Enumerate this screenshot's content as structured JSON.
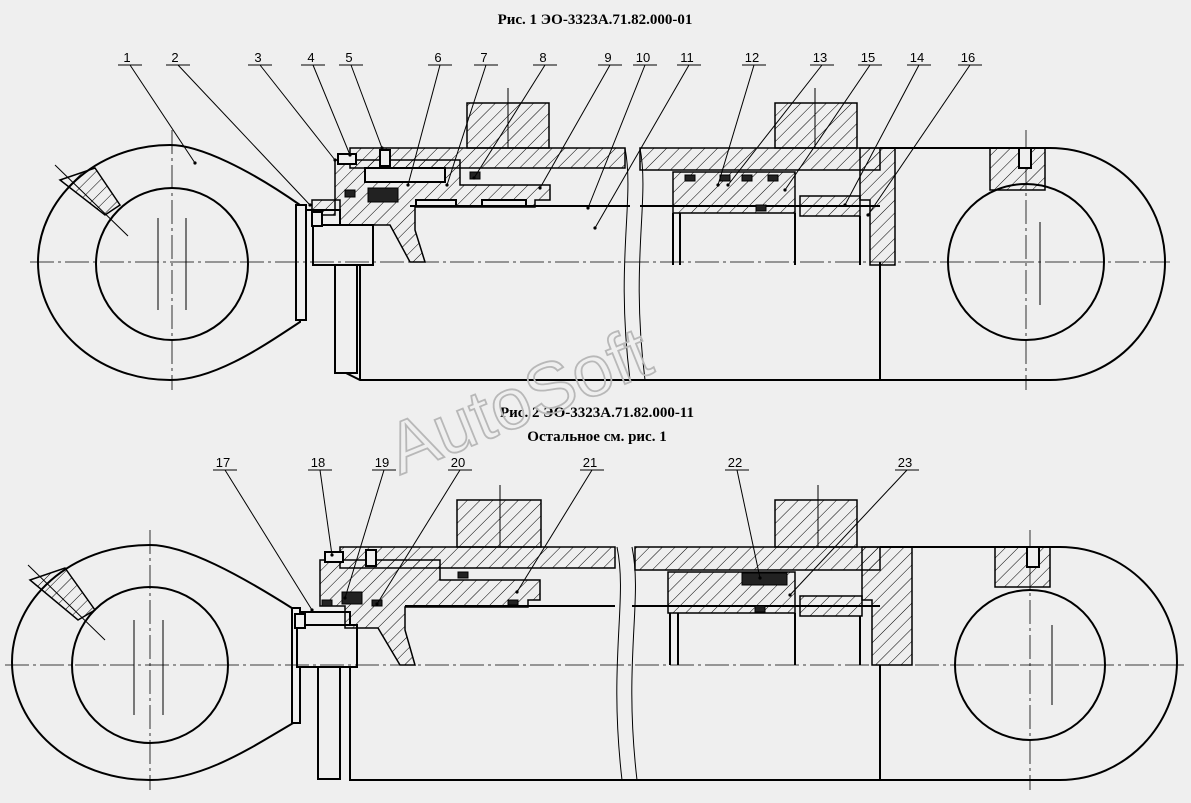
{
  "fig1": {
    "title": "Рис. 1  ЭО-3323А.71.82.000-01"
  },
  "fig2": {
    "title": "Рис. 2  ЭО-3323А.71.82.000-11",
    "subtitle": "Остальное см. рис. 1"
  },
  "watermark": "AutoSoft",
  "callouts": [
    {
      "label": "1"
    },
    {
      "label": "2"
    },
    {
      "label": "3"
    },
    {
      "label": "4"
    },
    {
      "label": "5"
    },
    {
      "label": "6"
    },
    {
      "label": "7"
    },
    {
      "label": "8"
    },
    {
      "label": "9"
    },
    {
      "label": "10"
    },
    {
      "label": "11"
    },
    {
      "label": "12"
    },
    {
      "label": "13"
    },
    {
      "label": "15"
    },
    {
      "label": "14"
    },
    {
      "label": "16"
    },
    {
      "label": "17"
    },
    {
      "label": "18"
    },
    {
      "label": "19"
    },
    {
      "label": "20"
    },
    {
      "label": "21"
    },
    {
      "label": "22"
    },
    {
      "label": "23"
    }
  ]
}
